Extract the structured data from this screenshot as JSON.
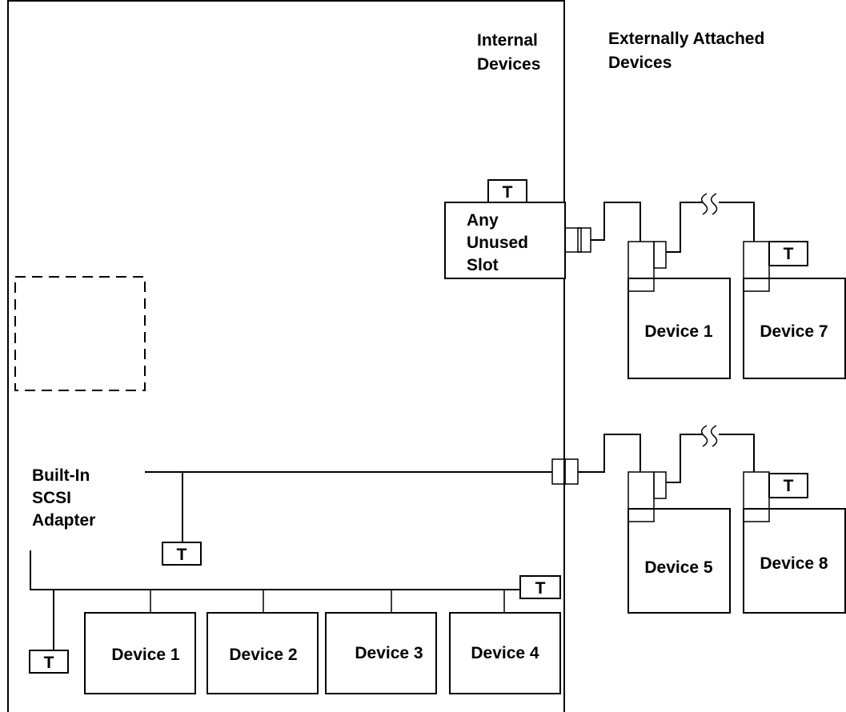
{
  "headings": {
    "internal": [
      "Internal",
      "Devices"
    ],
    "external": [
      "Externally Attached",
      "Devices"
    ]
  },
  "unused_slot": {
    "lines": [
      "Any",
      "Unused",
      "Slot"
    ]
  },
  "builtin_adapter": {
    "lines": [
      "Built-In",
      "SCSI",
      "Adapter"
    ]
  },
  "terminator": {
    "label": "T"
  },
  "internal_devices": [
    "Device 1",
    "Device 2",
    "Device 3",
    "Device 4"
  ],
  "external_upper_devices": [
    "Device 1",
    "Device 7"
  ],
  "external_lower_devices": [
    "Device 5",
    "Device 8"
  ]
}
